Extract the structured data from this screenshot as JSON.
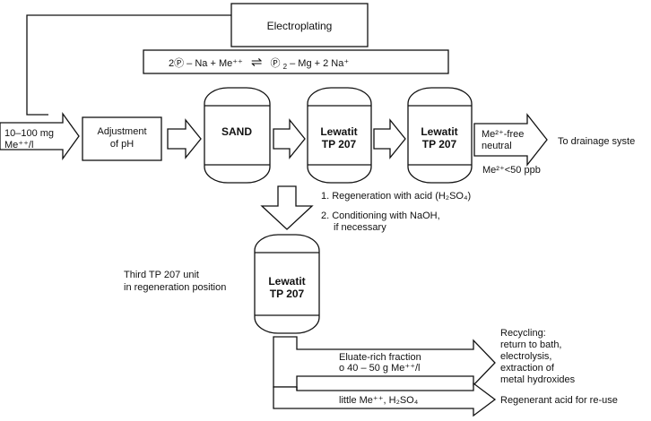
{
  "electroplating_label": "Electroplating",
  "reaction": {
    "left": "2Ⓟ – Na + Me⁺⁺",
    "arrows": "⇌",
    "right_a": "Ⓟ",
    "right_sub": "2",
    "right_b": " – Mg + 2 Na⁺"
  },
  "inlet": {
    "line1": "10–100 mg",
    "line2": "Me⁺⁺/l"
  },
  "ph_box": {
    "line1": "Adjustment",
    "line2": "of pH"
  },
  "sand_label": "SAND",
  "column1": {
    "line1": "Lewatit",
    "line2": "TP 207"
  },
  "column2": {
    "line1": "Lewatit",
    "line2": "TP 207"
  },
  "column3": {
    "line1": "Lewatit",
    "line2": "TP 207"
  },
  "outlet": {
    "line1": "Me²⁺-free",
    "line2": "neutral"
  },
  "drainage_label": "To drainage syste",
  "limit_label": "Me²⁺<50 ppb",
  "regeneration_steps": {
    "step1": "1. Regeneration with acid (H₂SO₄)",
    "step2a": "2. Conditioning with NaOH,",
    "step2b": "if necessary"
  },
  "third_unit": {
    "line1": "Third TP 207 unit",
    "line2": "in regeneration position"
  },
  "eluate": {
    "line1": "Eluate-rich fraction",
    "line2": "o 40 – 50 g Me⁺⁺/l"
  },
  "recycling": {
    "line1": "Recycling:",
    "line2": "return to bath,",
    "line3": "electrolysis,",
    "line4": "extraction of",
    "line5": "metal hydroxides"
  },
  "acid_fraction": "little Me⁺⁺, H₂SO₄",
  "regenerant_label": "Regenerant acid for re-use"
}
